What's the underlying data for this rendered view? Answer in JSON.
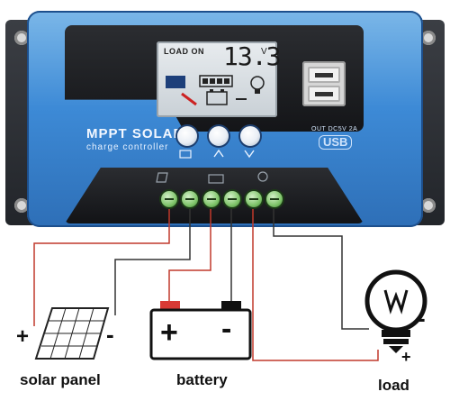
{
  "controller": {
    "brand_line1": "MPPT SOLAR",
    "brand_line2": "charge controller",
    "usb_rating": "OUT DC5V 2A",
    "usb_logo": "USB",
    "lcd": {
      "status": "LOAD ON",
      "value": "13.3",
      "unit": "V"
    },
    "buttons": [
      {
        "name": "menu-button"
      },
      {
        "name": "up-button"
      },
      {
        "name": "down-button"
      }
    ],
    "terminals": {
      "count": 6
    }
  },
  "wiring": {
    "wire_colors": {
      "positive": "#c0392b",
      "negative": "#333333"
    },
    "case_color": "#3d8ad6"
  },
  "components": {
    "solar_panel": {
      "label": "solar panel",
      "plus": "+",
      "minus": "-"
    },
    "battery": {
      "label": "battery",
      "plus": "+",
      "minus": "-"
    },
    "load": {
      "label": "load",
      "plus": "+",
      "minus": "-"
    }
  }
}
